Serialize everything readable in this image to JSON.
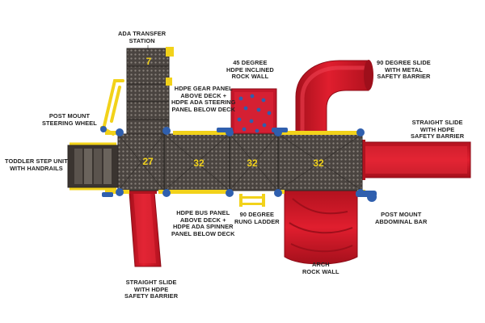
{
  "deck_numbers": {
    "transfer": "7",
    "deck_left": "27",
    "deck_2": "32",
    "deck_3": "32",
    "deck_4": "32"
  },
  "callouts": {
    "ada_transfer": [
      "ADA TRANSFER",
      "STATION"
    ],
    "rock_wall_45": [
      "45 DEGREE",
      "HDPE INCLINED",
      "ROCK WALL"
    ],
    "slide_90": [
      "90 DEGREE SLIDE",
      "WITH METAL",
      "SAFETY BARRIER"
    ],
    "gear_panel": [
      "HDPE GEAR PANEL",
      "ABOVE DECK +",
      "HDPE ADA STEERING",
      "PANEL BELOW DECK"
    ],
    "steering_wheel": [
      "POST MOUNT",
      "STEERING WHEEL"
    ],
    "straight_slide_right": [
      "STRAIGHT SLIDE",
      "WITH HDPE",
      "SAFETY BARRIER"
    ],
    "toddler_step": [
      "TODDLER STEP UNIT",
      "WITH HANDRAILS"
    ],
    "bus_panel": [
      "HDPE BUS PANEL",
      "ABOVE DECK +",
      "HDPE ADA SPINNER",
      "PANEL BELOW DECK"
    ],
    "rung_ladder": [
      "90 DEGREE",
      "RUNG LADDER"
    ],
    "abdominal_bar": [
      "POST MOUNT",
      "ABDOMINAL BAR"
    ],
    "arch_rock_wall": [
      "ARCH",
      "ROCK WALL"
    ],
    "straight_slide_bottom": [
      "STRAIGHT SLIDE",
      "WITH HDPE",
      "SAFETY BARRIER"
    ]
  },
  "colors": {
    "deck": "#4a4440",
    "deck_dot": "#8a837c",
    "frame": "#f2d21a",
    "post": "#2f5fae",
    "slide": "#d7192a",
    "slide_dark": "#9e0f1b",
    "number": "#f2d21a"
  }
}
